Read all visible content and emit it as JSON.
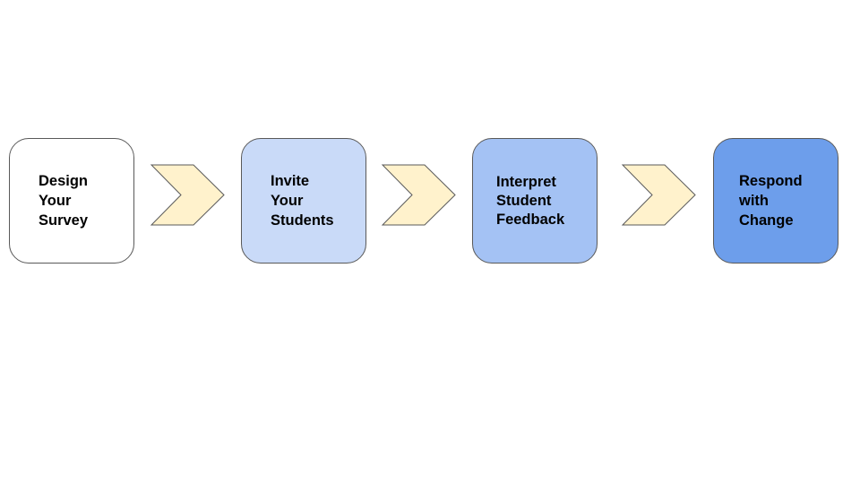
{
  "steps": [
    {
      "label": "Design\nYour\nSurvey",
      "fill": "#ffffff"
    },
    {
      "label": "Invite\nYour\nStudents",
      "fill": "#c9daf8"
    },
    {
      "label": "Interpret\nStudent\nFeedback",
      "fill": "#a4c2f4"
    },
    {
      "label": "Respond\nwith\nChange",
      "fill": "#6d9eeb"
    }
  ],
  "arrows": {
    "fill": "#fff2cc",
    "stroke": "#595959"
  }
}
